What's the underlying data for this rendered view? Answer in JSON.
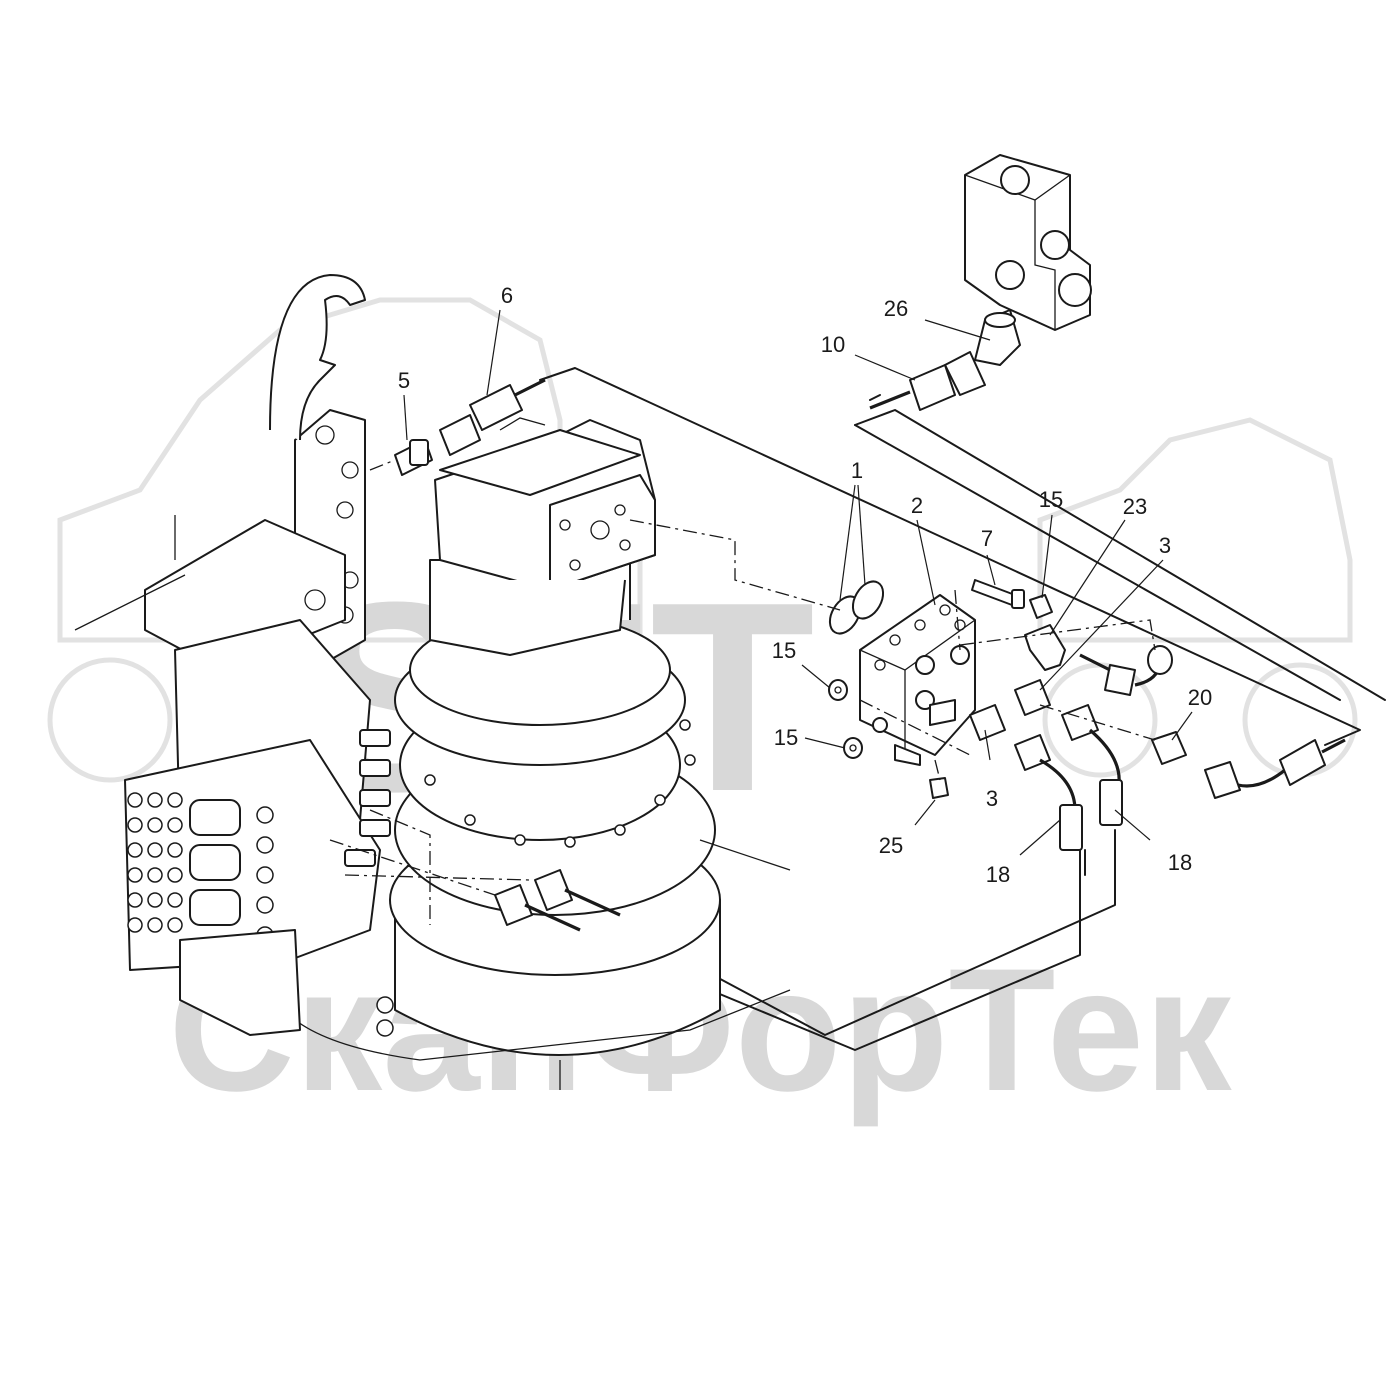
{
  "watermark": {
    "logo_text": "SFT",
    "company_text": "СканФорТек"
  },
  "callouts": [
    {
      "id": "c6",
      "text": "6"
    },
    {
      "id": "c5",
      "text": "5"
    },
    {
      "id": "c26",
      "text": "26"
    },
    {
      "id": "c10",
      "text": "10"
    },
    {
      "id": "c1",
      "text": "1"
    },
    {
      "id": "c2",
      "text": "2"
    },
    {
      "id": "c15a",
      "text": "15"
    },
    {
      "id": "c23",
      "text": "23"
    },
    {
      "id": "c7",
      "text": "7"
    },
    {
      "id": "c3a",
      "text": "3"
    },
    {
      "id": "c15b",
      "text": "15"
    },
    {
      "id": "c15c",
      "text": "15"
    },
    {
      "id": "c20",
      "text": "20"
    },
    {
      "id": "c3b",
      "text": "3"
    },
    {
      "id": "c25",
      "text": "25"
    },
    {
      "id": "c18a",
      "text": "18"
    },
    {
      "id": "c18b",
      "text": "18"
    }
  ]
}
